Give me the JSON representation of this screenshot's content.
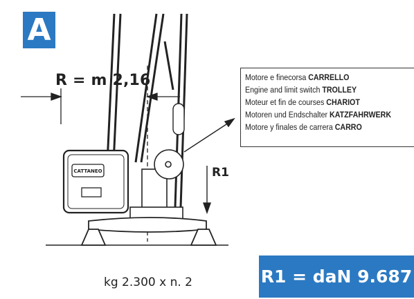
{
  "badge": "A",
  "dimension": "R = m 2,16",
  "callout": {
    "lines": [
      {
        "text": "Motore e finecorsa ",
        "bold": "CARRELLO"
      },
      {
        "text": "Engine and limit switch ",
        "bold": "TROLLEY"
      },
      {
        "text": "Moteur et fin de courses ",
        "bold": "CHARIOT"
      },
      {
        "text": "Motoren und Endschalter ",
        "bold": "KATZFAHRWERK"
      },
      {
        "text": "Motore y finales de carrera ",
        "bold": "CARRO"
      }
    ]
  },
  "reaction_label": "R1",
  "engine_label": "CATTANEO",
  "weight": "kg 2.300 x n. 2",
  "result": "R1 = daN 9.687",
  "colors": {
    "accent": "#2b79c2",
    "ink": "#222222"
  }
}
